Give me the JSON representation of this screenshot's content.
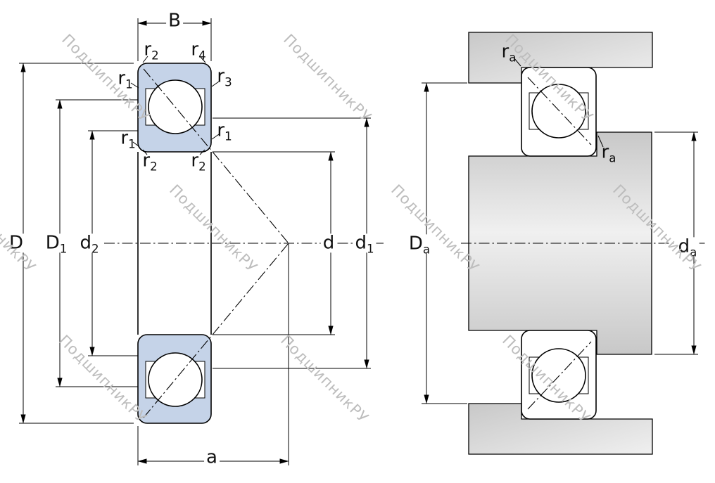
{
  "watermark": {
    "text": "ПодшипникРУ"
  },
  "dims": {
    "B": {
      "main": "B",
      "sub": ""
    },
    "D": {
      "main": "D",
      "sub": ""
    },
    "D1": {
      "main": "D",
      "sub": "1"
    },
    "d2": {
      "main": "d",
      "sub": "2"
    },
    "d": {
      "main": "d",
      "sub": ""
    },
    "d1": {
      "main": "d",
      "sub": "1"
    },
    "a": {
      "main": "a",
      "sub": ""
    },
    "r1": {
      "main": "r",
      "sub": "1"
    },
    "r2": {
      "main": "r",
      "sub": "2"
    },
    "r3": {
      "main": "r",
      "sub": "3"
    },
    "r4": {
      "main": "r",
      "sub": "4"
    },
    "ra": {
      "main": "r",
      "sub": "a"
    },
    "Da": {
      "main": "D",
      "sub": "a"
    },
    "da": {
      "main": "d",
      "sub": "a"
    }
  },
  "colors": {
    "bearing_fill": "#c5d3e8",
    "steel_light": "#f0f0f0",
    "steel_dark": "#c8c8c8",
    "line": "#000000",
    "watermark_text": "#bdbdbd"
  }
}
